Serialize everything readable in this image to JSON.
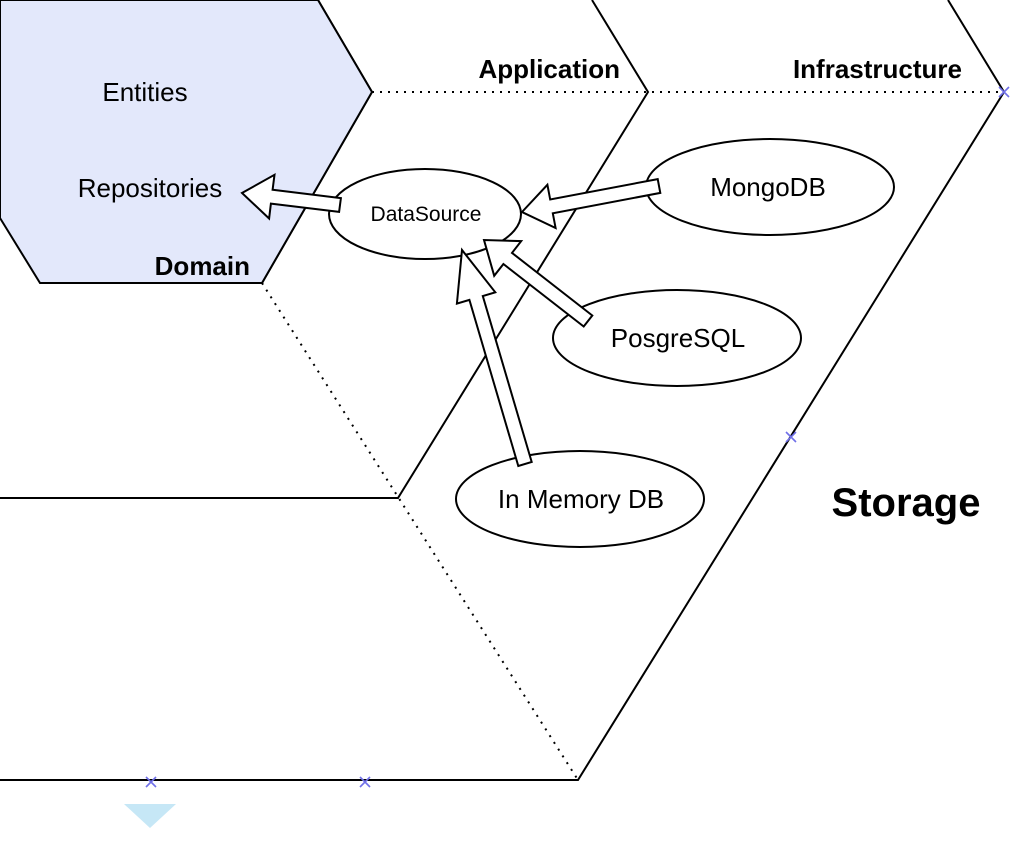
{
  "layers": {
    "domain": "Domain",
    "application": "Application",
    "infrastructure": "Infrastructure",
    "storage": "Storage"
  },
  "nodes": {
    "entities": "Entities",
    "repositories": "Repositories",
    "datasource": "DataSource",
    "mongodb": "MongoDB",
    "postgresql": "PosgreSQL",
    "inmemory": "In Memory DB"
  },
  "colors": {
    "domain_fill": "#e3e8fb",
    "handle": "#7070e8",
    "drop_marker": "#c6e7f6"
  }
}
